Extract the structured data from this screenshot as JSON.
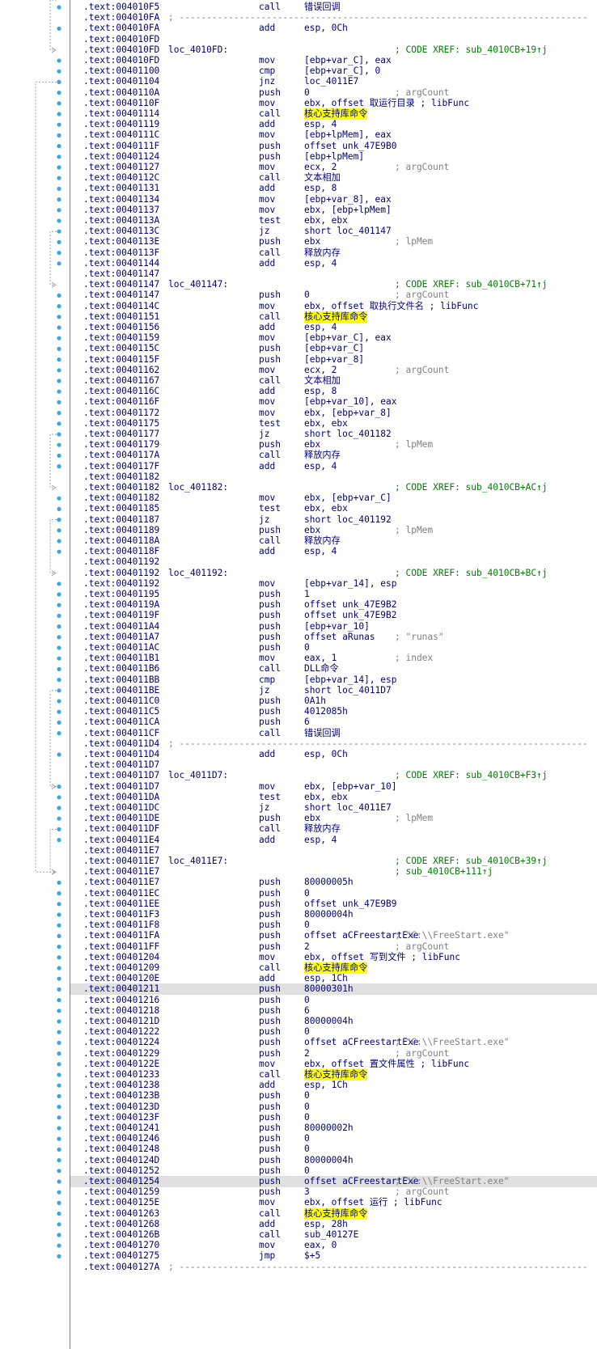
{
  "colors": {
    "address": "#000080",
    "instruction": "#000080",
    "comment": "#808080",
    "xref": "#008000",
    "highlight": "#ffff00",
    "selected_row": "#e0e0e0",
    "arrow": "#a0a0a0",
    "dot": "#37a8e0"
  },
  "lines": [
    {
      "addr": ".text:004010F5",
      "mn": "call",
      "op": "错误回调"
    },
    {
      "addr": ".text:004010FA",
      "sep": "; ---------------------------------------------------------------------------"
    },
    {
      "addr": ".text:004010FA",
      "mn": "add",
      "op": "esp, 0Ch"
    },
    {
      "addr": ".text:004010FD"
    },
    {
      "addr": ".text:004010FD",
      "label": "loc_4010FD:",
      "xref": "; CODE XREF: sub_4010CB+19↑j"
    },
    {
      "addr": ".text:004010FD",
      "mn": "mov",
      "op": "[ebp+var_C], eax"
    },
    {
      "addr": ".text:00401100",
      "mn": "cmp",
      "op": "[ebp+var_C], 0"
    },
    {
      "addr": ".text:00401104",
      "mn": "jnz",
      "op": "loc_4011E7"
    },
    {
      "addr": ".text:0040110A",
      "mn": "push",
      "op": "0",
      "cm": "; argCount"
    },
    {
      "addr": ".text:0040110F",
      "mn": "mov",
      "op": "ebx, offset 取运行目录 ; libFunc"
    },
    {
      "addr": ".text:00401114",
      "mn": "call",
      "op": "核心支持库命令",
      "hl": true
    },
    {
      "addr": ".text:00401119",
      "mn": "add",
      "op": "esp, 4"
    },
    {
      "addr": ".text:0040111C",
      "mn": "mov",
      "op": "[ebp+lpMem], eax"
    },
    {
      "addr": ".text:0040111F",
      "mn": "push",
      "op": "offset unk_47E9B0"
    },
    {
      "addr": ".text:00401124",
      "mn": "push",
      "op": "[ebp+lpMem]"
    },
    {
      "addr": ".text:00401127",
      "mn": "mov",
      "op": "ecx, 2",
      "cm": "; argCount"
    },
    {
      "addr": ".text:0040112C",
      "mn": "call",
      "op": "文本相加"
    },
    {
      "addr": ".text:00401131",
      "mn": "add",
      "op": "esp, 8"
    },
    {
      "addr": ".text:00401134",
      "mn": "mov",
      "op": "[ebp+var_8], eax"
    },
    {
      "addr": ".text:00401137",
      "mn": "mov",
      "op": "ebx, [ebp+lpMem]"
    },
    {
      "addr": ".text:0040113A",
      "mn": "test",
      "op": "ebx, ebx"
    },
    {
      "addr": ".text:0040113C",
      "mn": "jz",
      "op": "short loc_401147"
    },
    {
      "addr": ".text:0040113E",
      "mn": "push",
      "op": "ebx",
      "cm": "; lpMem"
    },
    {
      "addr": ".text:0040113F",
      "mn": "call",
      "op": "释放内存"
    },
    {
      "addr": ".text:00401144",
      "mn": "add",
      "op": "esp, 4"
    },
    {
      "addr": ".text:00401147"
    },
    {
      "addr": ".text:00401147",
      "label": "loc_401147:",
      "xref": "; CODE XREF: sub_4010CB+71↑j"
    },
    {
      "addr": ".text:00401147",
      "mn": "push",
      "op": "0",
      "cm": "; argCount"
    },
    {
      "addr": ".text:0040114C",
      "mn": "mov",
      "op": "ebx, offset 取执行文件名 ; libFunc"
    },
    {
      "addr": ".text:00401151",
      "mn": "call",
      "op": "核心支持库命令",
      "hl": true
    },
    {
      "addr": ".text:00401156",
      "mn": "add",
      "op": "esp, 4"
    },
    {
      "addr": ".text:00401159",
      "mn": "mov",
      "op": "[ebp+var_C], eax"
    },
    {
      "addr": ".text:0040115C",
      "mn": "push",
      "op": "[ebp+var_C]"
    },
    {
      "addr": ".text:0040115F",
      "mn": "push",
      "op": "[ebp+var_8]"
    },
    {
      "addr": ".text:00401162",
      "mn": "mov",
      "op": "ecx, 2",
      "cm": "; argCount"
    },
    {
      "addr": ".text:00401167",
      "mn": "call",
      "op": "文本相加"
    },
    {
      "addr": ".text:0040116C",
      "mn": "add",
      "op": "esp, 8"
    },
    {
      "addr": ".text:0040116F",
      "mn": "mov",
      "op": "[ebp+var_10], eax"
    },
    {
      "addr": ".text:00401172",
      "mn": "mov",
      "op": "ebx, [ebp+var_8]"
    },
    {
      "addr": ".text:00401175",
      "mn": "test",
      "op": "ebx, ebx"
    },
    {
      "addr": ".text:00401177",
      "mn": "jz",
      "op": "short loc_401182"
    },
    {
      "addr": ".text:00401179",
      "mn": "push",
      "op": "ebx",
      "cm": "; lpMem"
    },
    {
      "addr": ".text:0040117A",
      "mn": "call",
      "op": "释放内存"
    },
    {
      "addr": ".text:0040117F",
      "mn": "add",
      "op": "esp, 4"
    },
    {
      "addr": ".text:00401182"
    },
    {
      "addr": ".text:00401182",
      "label": "loc_401182:",
      "xref": "; CODE XREF: sub_4010CB+AC↑j"
    },
    {
      "addr": ".text:00401182",
      "mn": "mov",
      "op": "ebx, [ebp+var_C]"
    },
    {
      "addr": ".text:00401185",
      "mn": "test",
      "op": "ebx, ebx"
    },
    {
      "addr": ".text:00401187",
      "mn": "jz",
      "op": "short loc_401192"
    },
    {
      "addr": ".text:00401189",
      "mn": "push",
      "op": "ebx",
      "cm": "; lpMem"
    },
    {
      "addr": ".text:0040118A",
      "mn": "call",
      "op": "释放内存"
    },
    {
      "addr": ".text:0040118F",
      "mn": "add",
      "op": "esp, 4"
    },
    {
      "addr": ".text:00401192"
    },
    {
      "addr": ".text:00401192",
      "label": "loc_401192:",
      "xref": "; CODE XREF: sub_4010CB+BC↑j"
    },
    {
      "addr": ".text:00401192",
      "mn": "mov",
      "op": "[ebp+var_14], esp"
    },
    {
      "addr": ".text:00401195",
      "mn": "push",
      "op": "1"
    },
    {
      "addr": ".text:0040119A",
      "mn": "push",
      "op": "offset unk_47E9B2"
    },
    {
      "addr": ".text:0040119F",
      "mn": "push",
      "op": "offset unk_47E9B2"
    },
    {
      "addr": ".text:004011A4",
      "mn": "push",
      "op": "[ebp+var_10]"
    },
    {
      "addr": ".text:004011A7",
      "mn": "push",
      "op": "offset aRunas",
      "cm": "; \"runas\""
    },
    {
      "addr": ".text:004011AC",
      "mn": "push",
      "op": "0"
    },
    {
      "addr": ".text:004011B1",
      "mn": "mov",
      "op": "eax, 1",
      "cm": "; index"
    },
    {
      "addr": ".text:004011B6",
      "mn": "call",
      "op": "DLL命令"
    },
    {
      "addr": ".text:004011BB",
      "mn": "cmp",
      "op": "[ebp+var_14], esp"
    },
    {
      "addr": ".text:004011BE",
      "mn": "jz",
      "op": "short loc_4011D7"
    },
    {
      "addr": ".text:004011C0",
      "mn": "push",
      "op": "0A1h"
    },
    {
      "addr": ".text:004011C5",
      "mn": "push",
      "op": "4012085h"
    },
    {
      "addr": ".text:004011CA",
      "mn": "push",
      "op": "6"
    },
    {
      "addr": ".text:004011CF",
      "mn": "call",
      "op": "错误回调"
    },
    {
      "addr": ".text:004011D4",
      "sep": "; ---------------------------------------------------------------------------"
    },
    {
      "addr": ".text:004011D4",
      "mn": "add",
      "op": "esp, 0Ch"
    },
    {
      "addr": ".text:004011D7"
    },
    {
      "addr": ".text:004011D7",
      "label": "loc_4011D7:",
      "xref": "; CODE XREF: sub_4010CB+F3↑j"
    },
    {
      "addr": ".text:004011D7",
      "mn": "mov",
      "op": "ebx, [ebp+var_10]"
    },
    {
      "addr": ".text:004011DA",
      "mn": "test",
      "op": "ebx, ebx"
    },
    {
      "addr": ".text:004011DC",
      "mn": "jz",
      "op": "short loc_4011E7"
    },
    {
      "addr": ".text:004011DE",
      "mn": "push",
      "op": "ebx",
      "cm": "; lpMem"
    },
    {
      "addr": ".text:004011DF",
      "mn": "call",
      "op": "释放内存"
    },
    {
      "addr": ".text:004011E4",
      "mn": "add",
      "op": "esp, 4"
    },
    {
      "addr": ".text:004011E7"
    },
    {
      "addr": ".text:004011E7",
      "label": "loc_4011E7:",
      "xref": "; CODE XREF: sub_4010CB+39↑j"
    },
    {
      "addr": ".text:004011E7",
      "xref": "; sub_4010CB+111↑j"
    },
    {
      "addr": ".text:004011E7",
      "mn": "push",
      "op": "80000005h"
    },
    {
      "addr": ".text:004011EC",
      "mn": "push",
      "op": "0"
    },
    {
      "addr": ".text:004011EE",
      "mn": "push",
      "op": "offset unk_47E9B9"
    },
    {
      "addr": ".text:004011F3",
      "mn": "push",
      "op": "80000004h"
    },
    {
      "addr": ".text:004011F8",
      "mn": "push",
      "op": "0"
    },
    {
      "addr": ".text:004011FA",
      "mn": "push",
      "op": "offset aCFreestartExe",
      "cm": "; \"C:\\\\FreeStart.exe\""
    },
    {
      "addr": ".text:004011FF",
      "mn": "push",
      "op": "2",
      "cm": "; argCount"
    },
    {
      "addr": ".text:00401204",
      "mn": "mov",
      "op": "ebx, offset 写到文件 ; libFunc"
    },
    {
      "addr": ".text:00401209",
      "mn": "call",
      "op": "核心支持库命令",
      "hl": true
    },
    {
      "addr": ".text:0040120E",
      "mn": "add",
      "op": "esp, 1Ch"
    },
    {
      "addr": ".text:00401211",
      "mn": "push",
      "op": "80000301h",
      "sel": true
    },
    {
      "addr": ".text:00401216",
      "mn": "push",
      "op": "0"
    },
    {
      "addr": ".text:00401218",
      "mn": "push",
      "op": "6"
    },
    {
      "addr": ".text:0040121D",
      "mn": "push",
      "op": "80000004h"
    },
    {
      "addr": ".text:00401222",
      "mn": "push",
      "op": "0"
    },
    {
      "addr": ".text:00401224",
      "mn": "push",
      "op": "offset aCFreestartExe",
      "cm": "; \"C:\\\\FreeStart.exe\""
    },
    {
      "addr": ".text:00401229",
      "mn": "push",
      "op": "2",
      "cm": "; argCount"
    },
    {
      "addr": ".text:0040122E",
      "mn": "mov",
      "op": "ebx, offset 置文件属性 ; libFunc"
    },
    {
      "addr": ".text:00401233",
      "mn": "call",
      "op": "核心支持库命令",
      "hl": true
    },
    {
      "addr": ".text:00401238",
      "mn": "add",
      "op": "esp, 1Ch"
    },
    {
      "addr": ".text:0040123B",
      "mn": "push",
      "op": "0"
    },
    {
      "addr": ".text:0040123D",
      "mn": "push",
      "op": "0"
    },
    {
      "addr": ".text:0040123F",
      "mn": "push",
      "op": "0"
    },
    {
      "addr": ".text:00401241",
      "mn": "push",
      "op": "80000002h"
    },
    {
      "addr": ".text:00401246",
      "mn": "push",
      "op": "0"
    },
    {
      "addr": ".text:00401248",
      "mn": "push",
      "op": "0"
    },
    {
      "addr": ".text:0040124D",
      "mn": "push",
      "op": "80000004h"
    },
    {
      "addr": ".text:00401252",
      "mn": "push",
      "op": "0"
    },
    {
      "addr": ".text:00401254",
      "mn": "push",
      "op": "offset aCFreestartExe",
      "cm": "; \"C:\\\\FreeStart.exe\"",
      "sel": true
    },
    {
      "addr": ".text:00401259",
      "mn": "push",
      "op": "3",
      "cm": "; argCount"
    },
    {
      "addr": ".text:0040125E",
      "mn": "mov",
      "op": "ebx, offset 运行 ; libFunc"
    },
    {
      "addr": ".text:00401263",
      "mn": "call",
      "op": "核心支持库命令",
      "hl": true
    },
    {
      "addr": ".text:00401268",
      "mn": "add",
      "op": "esp, 28h"
    },
    {
      "addr": ".text:0040126B",
      "mn": "call",
      "op": "sub_40127E"
    },
    {
      "addr": ".text:00401270",
      "mn": "mov",
      "op": "eax, 0"
    },
    {
      "addr": ".text:00401275",
      "mn": "jmp",
      "op": "$+5"
    },
    {
      "addr": ".text:0040127A",
      "sep": "; ---------------------------------------------------------------------------"
    }
  ]
}
